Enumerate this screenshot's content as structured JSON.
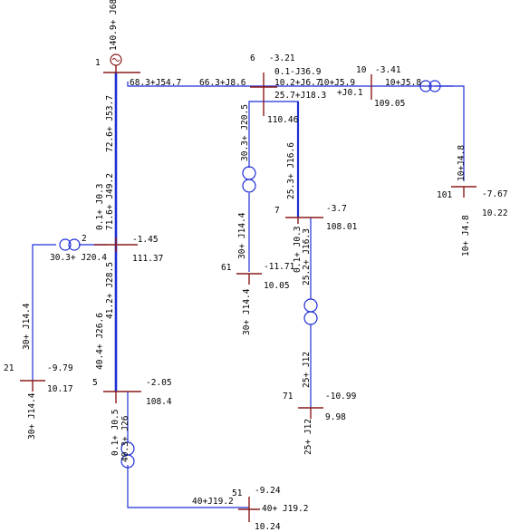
{
  "colors": {
    "line": "#1f2fd6",
    "bus": "#8b1a1a",
    "text": "#000000"
  },
  "buses": {
    "b1": {
      "id": "1",
      "angle": "",
      "voltage": ""
    },
    "b2": {
      "id": "2",
      "angle": "-1.45",
      "voltage": "111.37"
    },
    "b5": {
      "id": "5",
      "angle": "-2.05",
      "voltage": "108.4"
    },
    "b6": {
      "id": "6",
      "angle": "-3.21",
      "voltage": "110.46"
    },
    "b7": {
      "id": "7",
      "angle": "-3.7",
      "voltage": "108.01"
    },
    "b10": {
      "id": "10",
      "angle": "-3.41",
      "voltage": "109.05"
    },
    "b21": {
      "id": "21",
      "angle": "-9.79",
      "voltage": "10.17"
    },
    "b51": {
      "id": "51",
      "angle": "-9.24",
      "voltage": "10.24"
    },
    "b61": {
      "id": "61",
      "angle": "-11.71",
      "voltage": "10.05"
    },
    "b71": {
      "id": "71",
      "angle": "-10.99",
      "voltage": "9.98"
    },
    "b101": {
      "id": "101",
      "angle": "-7.67",
      "voltage": "10.22"
    }
  },
  "flows": {
    "gen1": "140.9+ J68.4",
    "f1_6a": "68.3+J54.7",
    "f1_6b": "66.3+J8.6",
    "f6a": "0.1-J36.9",
    "f6b": "10.2+J6.7",
    "f6c": "10+J5.9",
    "f6d": "25.7+J18.3",
    "f10a": "+J0.1",
    "f10b": "10+J5.8",
    "f10c": "10+J4.8",
    "f101": "10+ J4.8",
    "f1_2": "72.6+ J53.7",
    "f2a": "0.1+ J0.3",
    "f2b": "71.6+ J49.2",
    "f2_21": "30.3+ J20.4",
    "f21a": "30+ J14.4",
    "f21b": "30+ J14.4",
    "f2_5a": "41.2+ J28.5",
    "f2_5b": "40.4+ J26.6",
    "f5a": "0.1+ J0.5",
    "f5b": "40.3+ J26",
    "f51a": "40+J19.2",
    "f51b": "40+ J19.2",
    "f6_61": "30.3+ J20.5",
    "f61a": "30+ J14.4",
    "f61b": "30+ J14.4",
    "f6_7": "25.3+ J16.6",
    "f7a": "0.1+ J0.3",
    "f7b": "25.2+ J16.3",
    "f71a": "25+ J12",
    "f71b": "25+ J12"
  }
}
